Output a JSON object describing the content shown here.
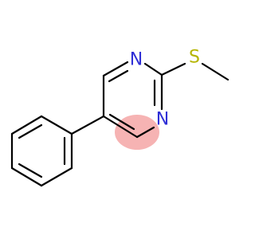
{
  "molecule": {
    "atoms": {
      "n_top": "N",
      "n_bottom": "N",
      "sulfur": "S"
    },
    "colors": {
      "nitrogen": "#2f2fd6",
      "sulfur": "#b5b500",
      "bond": "#000000",
      "highlight": "#f4a6a6"
    }
  }
}
